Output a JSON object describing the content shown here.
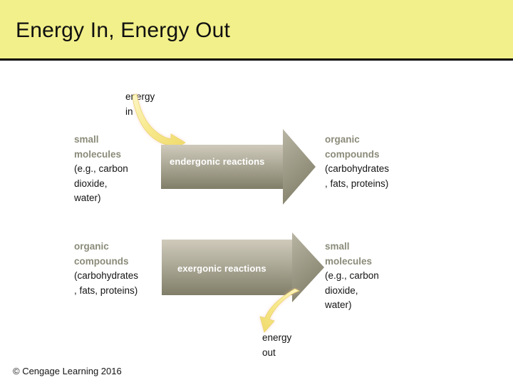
{
  "slide": {
    "title": "Energy In, Energy Out",
    "banner_color": "#f2f08a",
    "footer": "© Cengage Learning 2016"
  },
  "diagram": {
    "energy_in": {
      "line1": "energy",
      "line2": "in"
    },
    "energy_out": {
      "line1": "energy",
      "line2": "out"
    },
    "rows": [
      {
        "arrow_label": "endergonic reactions",
        "left": {
          "bold_line1": "small",
          "bold_line2": "molecules",
          "plain_line1": "(e.g., carbon",
          "plain_line2": "dioxide,",
          "plain_line3": "water)"
        },
        "right": {
          "bold_line1": "organic",
          "bold_line2": "compounds",
          "plain_line1": "(carbohydrates",
          "plain_line2": ", fats, proteins)",
          "plain_line3": ""
        }
      },
      {
        "arrow_label": "exergonic reactions",
        "left": {
          "bold_line1": "organic",
          "bold_line2": "compounds",
          "plain_line1": "(carbohydrates",
          "plain_line2": ", fats, proteins)",
          "plain_line3": ""
        },
        "right": {
          "bold_line1": "small",
          "bold_line2": "molecules",
          "plain_line1": "(e.g., carbon",
          "plain_line2": "dioxide,",
          "plain_line3": "water)"
        }
      }
    ],
    "colors": {
      "arrow_light": "#c2bdae",
      "arrow_dark": "#85836d",
      "curve_yellow": "#f7e98e",
      "bold_text": "#8b8b7a",
      "caption_text": "#ffffff"
    }
  }
}
